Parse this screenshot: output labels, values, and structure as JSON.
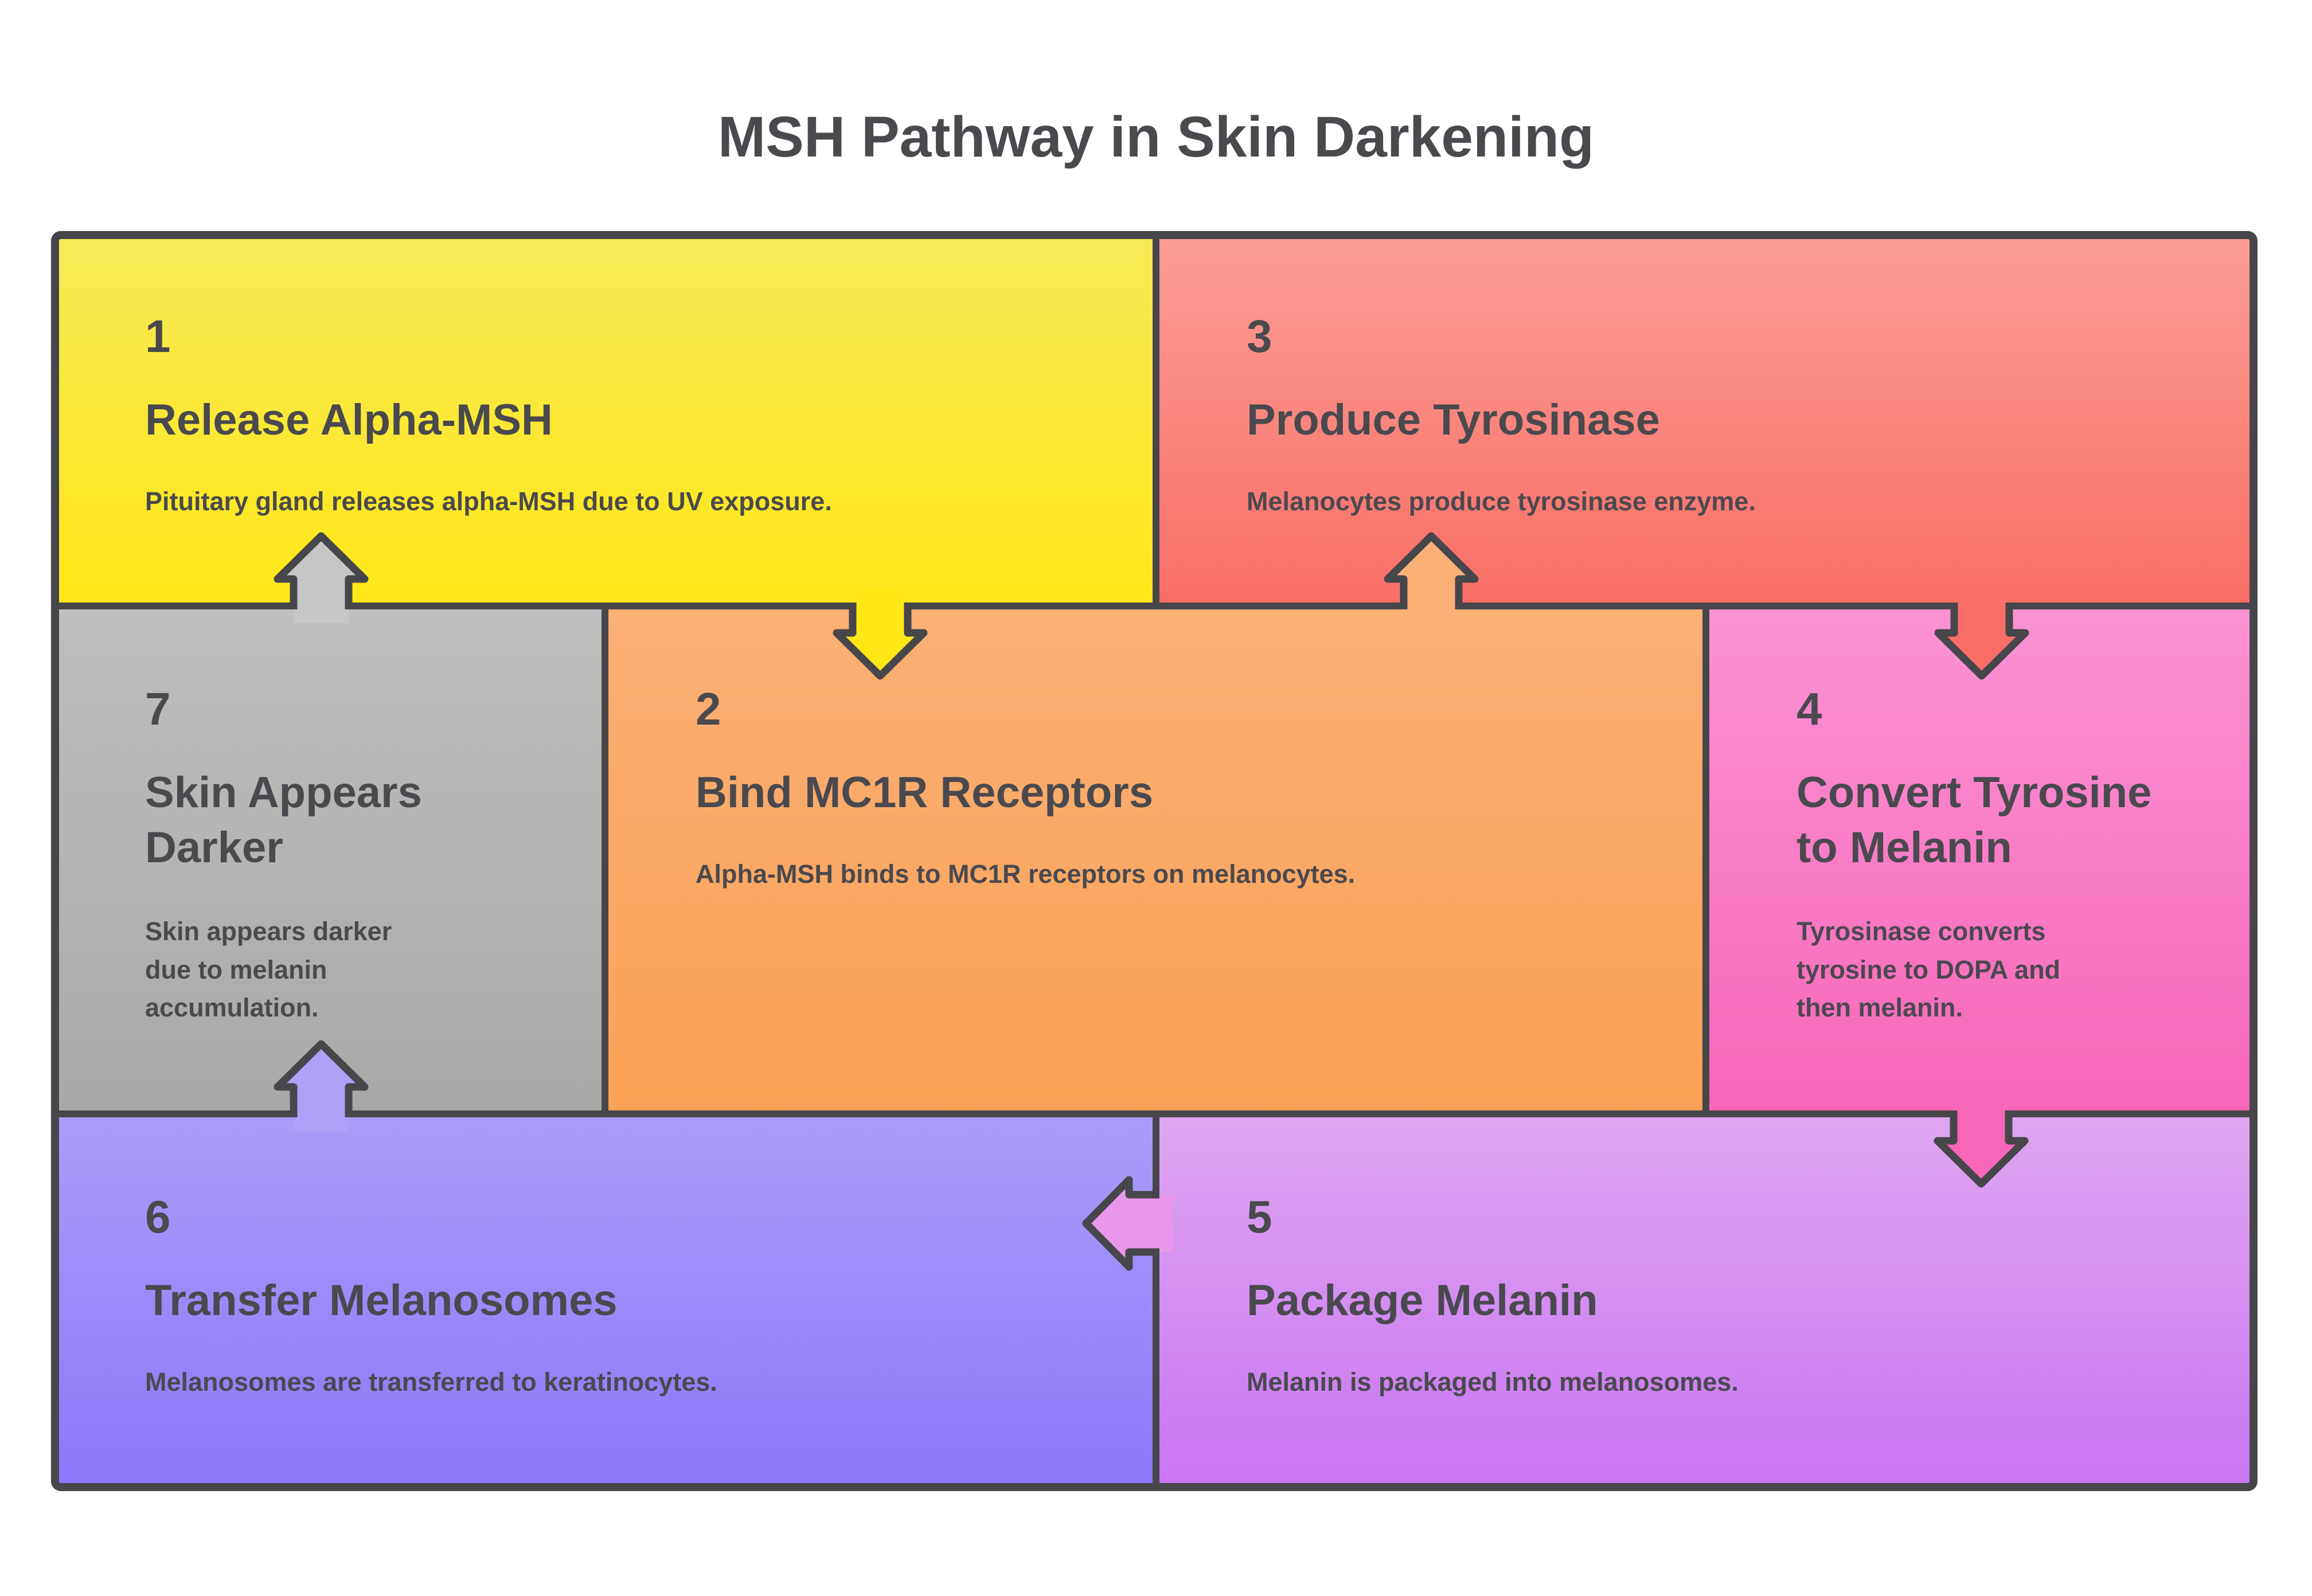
{
  "title": "MSH Pathway in Skin Darkening",
  "steps": [
    {
      "number": "1",
      "title": "Release Alpha-MSH",
      "description": "Pituitary gland releases alpha-MSH due to UV exposure."
    },
    {
      "number": "2",
      "title": "Bind MC1R Receptors",
      "description": "Alpha-MSH binds to MC1R receptors on melanocytes."
    },
    {
      "number": "3",
      "title": "Produce Tyrosinase",
      "description": "Melanocytes produce tyrosinase enzyme."
    },
    {
      "number": "4",
      "title": "Convert Tyrosine to Melanin",
      "description": "Tyrosinase converts tyrosine to DOPA and then melanin."
    },
    {
      "number": "5",
      "title": "Package Melanin",
      "description": "Melanin is packaged into melanosomes."
    },
    {
      "number": "6",
      "title": "Transfer Melanosomes",
      "description": "Melanosomes are transferred to keratinocytes."
    },
    {
      "number": "7",
      "title": "Skin Appears Darker",
      "description": "Skin appears darker due to melanin accumulation."
    }
  ],
  "arrows": [
    {
      "from": "1",
      "to": "2",
      "direction": "down"
    },
    {
      "from": "2",
      "to": "3",
      "direction": "up"
    },
    {
      "from": "3",
      "to": "4",
      "direction": "down"
    },
    {
      "from": "4",
      "to": "5",
      "direction": "down"
    },
    {
      "from": "5",
      "to": "6",
      "direction": "left"
    },
    {
      "from": "6",
      "to": "7",
      "direction": "up"
    },
    {
      "from": "7",
      "to": "1",
      "direction": "up"
    }
  ],
  "colors": {
    "border": "#47464b",
    "text": "#4a494e",
    "step1_gradient": [
      "#f7ea58",
      "#ffe716"
    ],
    "step2_gradient": [
      "#fbb076",
      "#f9a155"
    ],
    "step3_gradient": [
      "#fb9e96",
      "#f96e66"
    ],
    "step4_gradient": [
      "#fa93d4",
      "#f866b9"
    ],
    "step5_gradient": [
      "#dfa7f1",
      "#c975f3"
    ],
    "step6_gradient": [
      "#aa9df8",
      "#8c78fa"
    ],
    "step7_gradient": [
      "#bfbfbf",
      "#a8a8a6"
    ]
  }
}
